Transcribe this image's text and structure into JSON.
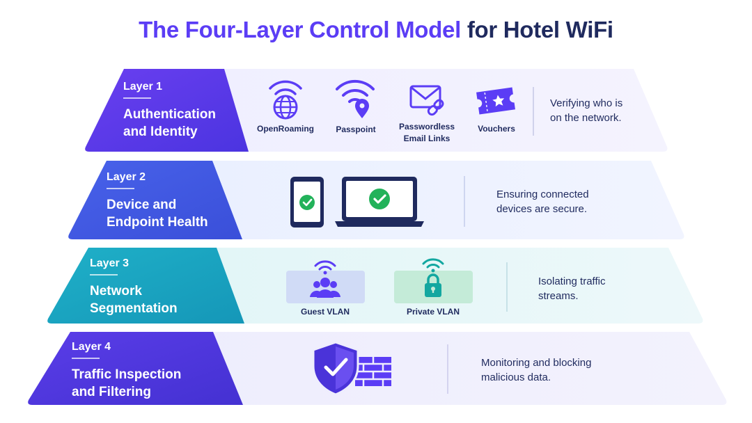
{
  "title": {
    "part1": "The Four-Layer Control Model",
    "part2": " for Hotel WiFi"
  },
  "colors": {
    "title_accent": "#5b3df5",
    "title_dark": "#1f2a5e",
    "layer1": "#5235e6",
    "layer2": "#3f56e0",
    "layer3": "#18a0bf",
    "layer4": "#4a33d9",
    "icon_purple": "#5b3df5",
    "icon_navy": "#1f2a5e",
    "check_green": "#22b25a"
  },
  "layers": [
    {
      "number_label": "Layer 1",
      "name_line1": "Authentication",
      "name_line2": "and Identity",
      "items": [
        {
          "icon": "globe-wifi-icon",
          "line1": "OpenRoaming",
          "line2": ""
        },
        {
          "icon": "location-wifi-icon",
          "line1": "Passpoint",
          "line2": ""
        },
        {
          "icon": "email-link-icon",
          "line1": "Passwordless",
          "line2": "Email Links"
        },
        {
          "icon": "ticket-icon",
          "line1": "Vouchers",
          "line2": ""
        }
      ],
      "desc_line1": "Verifying who is",
      "desc_line2": "on the network."
    },
    {
      "number_label": "Layer 2",
      "name_line1": "Device and",
      "name_line2": "Endpoint Health",
      "items": [
        {
          "icon": "phone-check-icon"
        },
        {
          "icon": "laptop-check-icon"
        }
      ],
      "desc_line1": "Ensuring connected",
      "desc_line2": "devices are secure."
    },
    {
      "number_label": "Layer 3",
      "name_line1": "Network",
      "name_line2": "Segmentation",
      "items": [
        {
          "icon": "guest-group-icon",
          "line1": "Guest VLAN"
        },
        {
          "icon": "padlock-icon",
          "line1": "Private VLAN"
        }
      ],
      "desc_line1": "Isolating traffic",
      "desc_line2": "streams."
    },
    {
      "number_label": "Layer 4",
      "name_line1": "Traffic Inspection",
      "name_line2": "and Filtering",
      "items": [
        {
          "icon": "shield-firewall-icon"
        }
      ],
      "desc_line1": "Monitoring and blocking",
      "desc_line2": "malicious data."
    }
  ]
}
